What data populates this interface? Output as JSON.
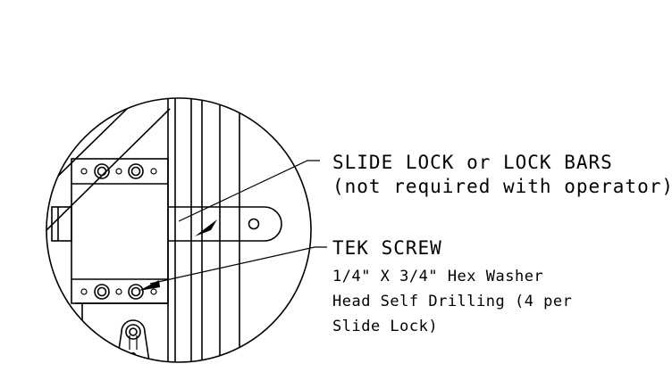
{
  "callouts": {
    "slide_lock": {
      "line1": "SLIDE LOCK or LOCK BARS",
      "line2": "(not required with operator)"
    },
    "tek_screw": {
      "title": "TEK SCREW",
      "line1": "1/4\" X 3/4\" Hex Washer",
      "line2": "Head Self Drilling (4 per",
      "line3": "Slide Lock)"
    }
  },
  "colors": {
    "ink": "#000000",
    "background": "#ffffff"
  }
}
